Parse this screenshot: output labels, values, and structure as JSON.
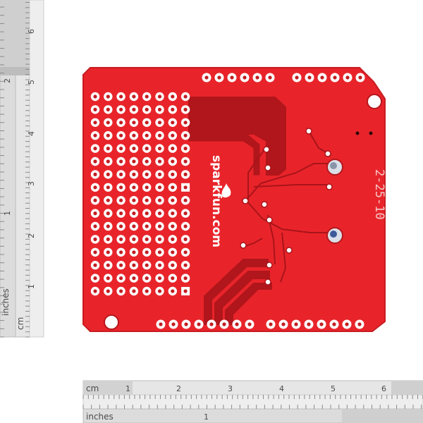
{
  "rulers": {
    "left": {
      "unit_cm": "cm",
      "unit_inches": "inches",
      "cm_numbers": [
        "1",
        "2",
        "3",
        "4",
        "5",
        "6"
      ],
      "inch_numbers": [
        "1",
        "2"
      ]
    },
    "bottom": {
      "unit_cm": "cm",
      "unit_inches": "inches",
      "cm_numbers": [
        "1",
        "2",
        "3",
        "4",
        "5",
        "6"
      ],
      "inch_numbers": [
        "1"
      ]
    }
  },
  "board": {
    "brand": "sparkfun.com",
    "date_stamp": "2-25-10",
    "colors": {
      "pcb_red": "#e8242a",
      "trace_dark": "#b0161b",
      "pad_white": "#ffffff",
      "ruler_gray": "#d9d9d9"
    }
  }
}
